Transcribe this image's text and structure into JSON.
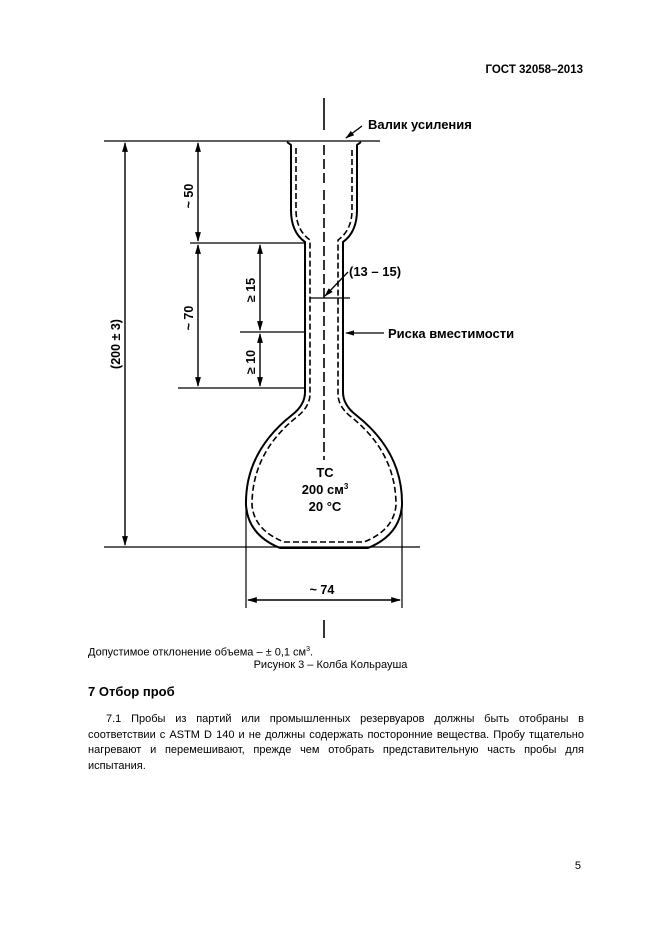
{
  "header": {
    "doc_code": "ГОСТ 32058–2013"
  },
  "figure": {
    "label_reinforcement": "Валик усиления",
    "label_capacity_mark": "Риска вместимости",
    "label_neck_dim": "(13 – 15)",
    "dim_total_height": "(200 ± 3)",
    "dim_top": "~ 50",
    "dim_middle": "~ 70",
    "dim_upper_mark": "≥ 15",
    "dim_lower_mark": "≥ 10",
    "dim_width": "~ 74",
    "inner_line1": "TC",
    "inner_line2_base": "200 см",
    "inner_line2_sup": "3",
    "inner_line3": "20 °C"
  },
  "tolerance": {
    "text": "Допустимое отклонение объема – ± 0,1 см",
    "sup": "3",
    "end": "."
  },
  "caption": "Рисунок 3 – Колба Кольрауша",
  "section": {
    "heading": "7 Отбор проб",
    "paragraph": "7.1 Пробы из партий или промышленных резервуаров должны быть отобраны в соответствии с ASTM D 140 и не должны содержать посторонние вещества. Пробу тщательно нагревают и перемешивают, прежде чем отобрать представительную часть пробы для испытания."
  },
  "page_number": "5"
}
